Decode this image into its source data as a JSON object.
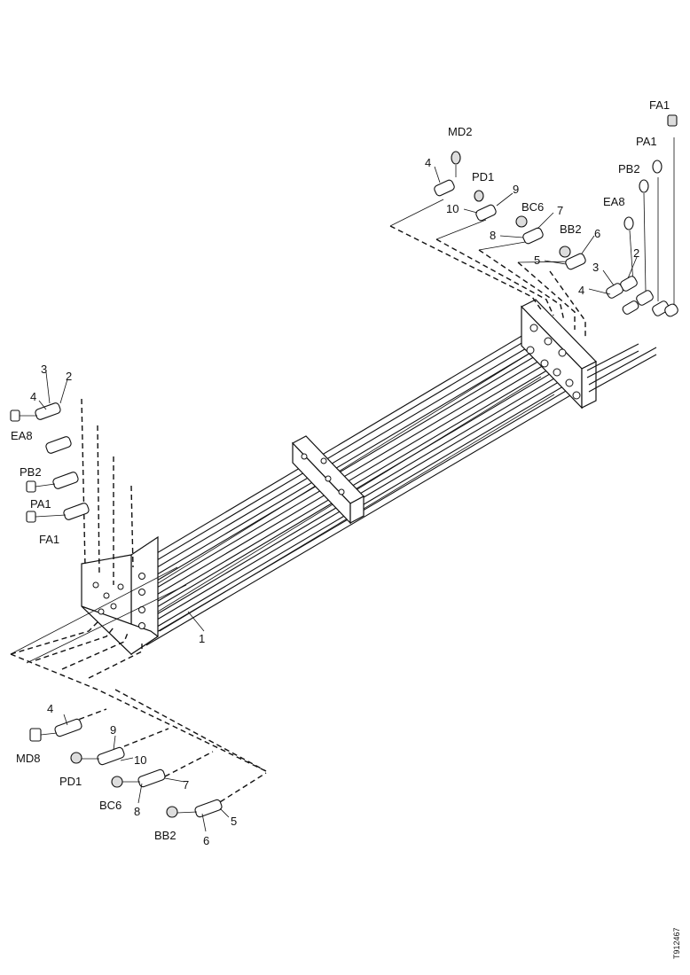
{
  "labels": {
    "top_right": {
      "fa1": "FA1",
      "pa1": "PA1",
      "pb2": "PB2",
      "ea8": "EA8",
      "n2": "2",
      "n3": "3",
      "n4": "4"
    },
    "top_center": {
      "md2": "MD2",
      "n4": "4",
      "pd1": "PD1",
      "n9": "9",
      "n10": "10",
      "bc6": "BC6",
      "n7": "7",
      "n8": "8",
      "bb2": "BB2",
      "n6": "6",
      "n5": "5"
    },
    "left": {
      "n3": "3",
      "n2": "2",
      "n4": "4",
      "ea8": "EA8",
      "pb2": "PB2",
      "pa1": "PA1",
      "fa1": "FA1"
    },
    "tube_callout": "1",
    "bottom": {
      "n4": "4",
      "md8": "MD8",
      "n9": "9",
      "n10": "10",
      "pd1": "PD1",
      "n7": "7",
      "bc6": "BC6",
      "n8": "8",
      "n5": "5",
      "bb2": "BB2",
      "n6": "6"
    }
  },
  "doc_id": "T912467"
}
